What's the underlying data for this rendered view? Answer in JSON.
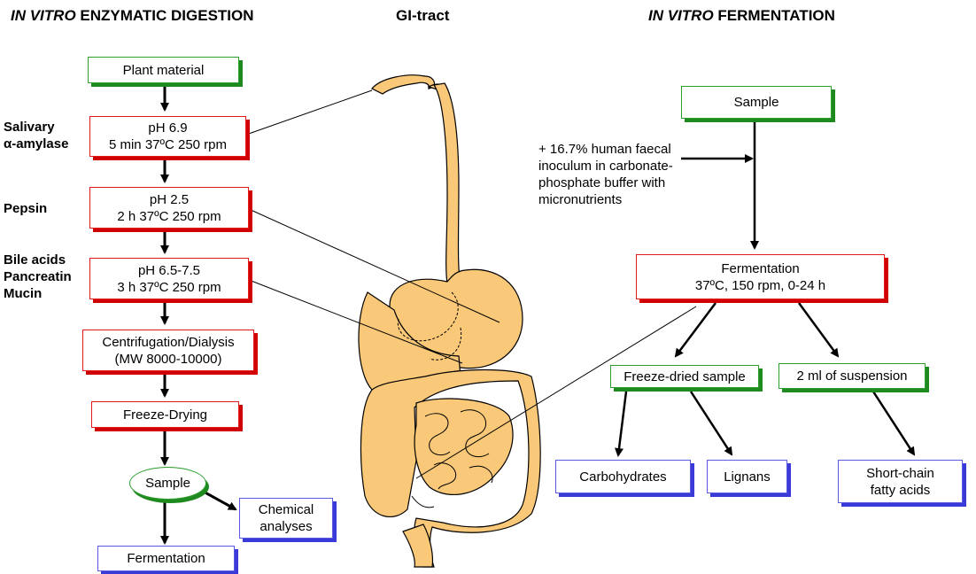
{
  "headers": {
    "left_italic": "IN VITRO",
    "left_rest": " ENZYMATIC DIGESTION",
    "center": "GI-tract",
    "right_italic": "IN VITRO",
    "right_rest": " FERMENTATION"
  },
  "left_flow": {
    "plant_material": "Plant material",
    "step1_line1": "pH 6.9",
    "step1_line2": "5 min 37ºC 250 rpm",
    "step2_line1": "pH 2.5",
    "step2_line2": "2 h 37ºC 250 rpm",
    "step3_line1": "pH 6.5-7.5",
    "step3_line2": "3 h 37ºC 250 rpm",
    "centrifugation_line1": "Centrifugation/Dialysis",
    "centrifugation_line2": "(MW 8000-10000)",
    "freeze_drying": "Freeze-Drying",
    "sample": "Sample",
    "chemical_line1": "Chemical",
    "chemical_line2": "analyses",
    "fermentation": "Fermentation"
  },
  "enzymes": {
    "salivary_line1": "Salivary",
    "salivary_line2": "α-amylase",
    "pepsin": "Pepsin",
    "bile_line1": "Bile acids",
    "bile_line2": "Pancreatin",
    "bile_line3": "Mucin"
  },
  "right_flow": {
    "sample": "Sample",
    "inoculum_line1": "+ 16.7% human faecal",
    "inoculum_line2": "inoculum in carbonate-",
    "inoculum_line3": "phosphate buffer with",
    "inoculum_line4": "micronutrients",
    "fermentation_line1": "Fermentation",
    "fermentation_line2": "37ºC, 150 rpm, 0-24 h",
    "freeze_dried": "Freeze-dried sample",
    "suspension": "2 ml of suspension",
    "carbohydrates": "Carbohydrates",
    "lignans": "Lignans",
    "scfa_line1": "Short-chain",
    "scfa_line2": "fatty acids"
  },
  "colors": {
    "green": "#2e9e2e",
    "red": "#e21a1a",
    "blue": "#5a5ae0",
    "gi_fill": "#f9c878"
  }
}
